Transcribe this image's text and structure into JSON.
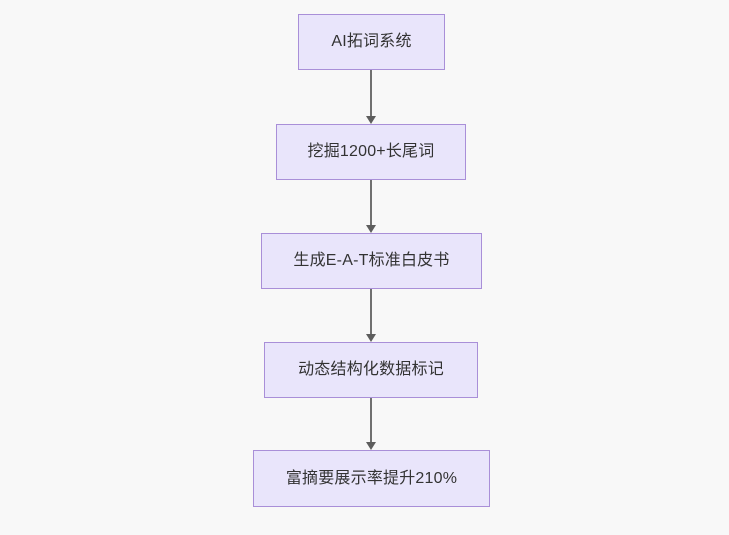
{
  "diagram": {
    "type": "flowchart",
    "orientation": "top-to-bottom",
    "background_color": "#f8f8f8",
    "node_fill_color": "#e9e5fb",
    "node_border_color": "#a98fd8",
    "node_text_color": "#333333",
    "edge_color": "#707070",
    "nodes": [
      {
        "id": "n1",
        "label": "AI拓词系统"
      },
      {
        "id": "n2",
        "label": "挖掘1200+长尾词"
      },
      {
        "id": "n3",
        "label": "生成E-A-T标准白皮书"
      },
      {
        "id": "n4",
        "label": "动态结构化数据标记"
      },
      {
        "id": "n5",
        "label": "富摘要展示率提升210%"
      }
    ],
    "edges": [
      {
        "from": "n1",
        "to": "n2",
        "label": ""
      },
      {
        "from": "n2",
        "to": "n3",
        "label": ""
      },
      {
        "from": "n3",
        "to": "n4",
        "label": ""
      },
      {
        "from": "n4",
        "to": "n5",
        "label": ""
      }
    ]
  }
}
